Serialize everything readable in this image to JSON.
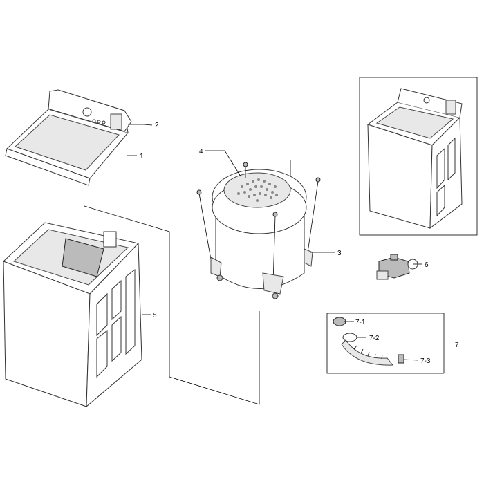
{
  "callouts": [
    {
      "id": "1",
      "text": "1"
    },
    {
      "id": "2",
      "text": "2"
    },
    {
      "id": "3",
      "text": "3"
    },
    {
      "id": "4",
      "text": "4"
    },
    {
      "id": "5",
      "text": "5"
    },
    {
      "id": "6",
      "text": "6"
    },
    {
      "id": "7",
      "text": "7"
    },
    {
      "id": "7-1",
      "text": "7-1"
    },
    {
      "id": "7-2",
      "text": "7-2"
    },
    {
      "id": "7-3",
      "text": "7-3"
    }
  ]
}
